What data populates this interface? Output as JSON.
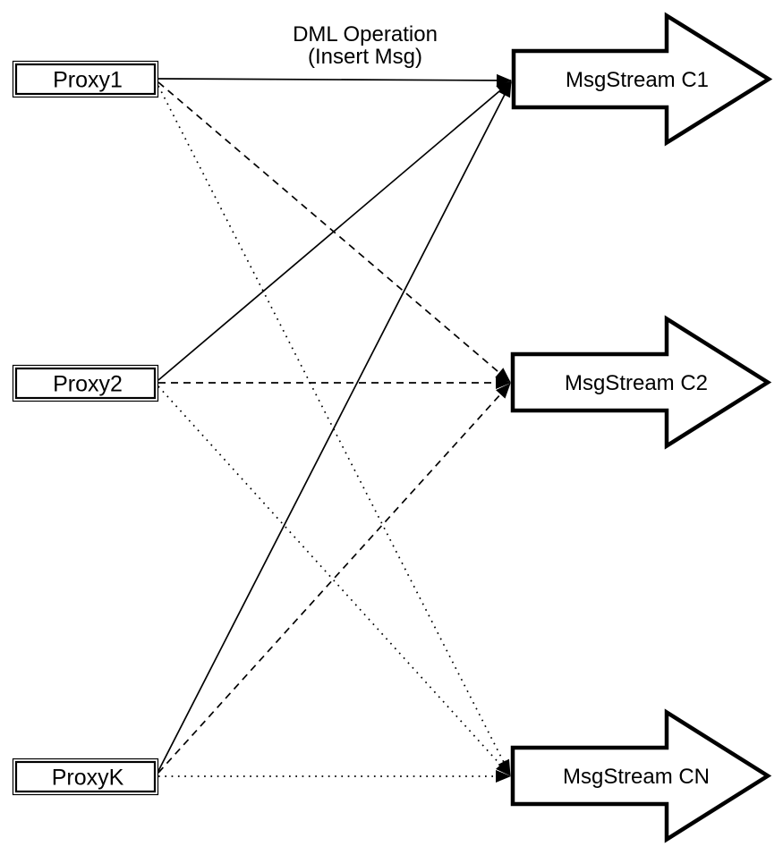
{
  "diagram": {
    "background_color": "#ffffff",
    "ink_color": "#000000",
    "annotation": {
      "line1": "DML Operation",
      "line2": "(Insert Msg)"
    },
    "proxies": [
      {
        "label": "Proxy1"
      },
      {
        "label": "Proxy2"
      },
      {
        "label": "ProxyK"
      }
    ],
    "streams": [
      {
        "label": "MsgStream C1"
      },
      {
        "label": "MsgStream C2"
      },
      {
        "label": "MsgStream CN"
      }
    ],
    "edges": [
      {
        "from": "Proxy1",
        "to": "MsgStream C1",
        "style": "solid"
      },
      {
        "from": "Proxy2",
        "to": "MsgStream C1",
        "style": "solid"
      },
      {
        "from": "ProxyK",
        "to": "MsgStream C1",
        "style": "solid"
      },
      {
        "from": "Proxy1",
        "to": "MsgStream C2",
        "style": "dashed"
      },
      {
        "from": "Proxy2",
        "to": "MsgStream C2",
        "style": "dashed"
      },
      {
        "from": "ProxyK",
        "to": "MsgStream C2",
        "style": "dashed"
      },
      {
        "from": "Proxy1",
        "to": "MsgStream CN",
        "style": "dotted"
      },
      {
        "from": "Proxy2",
        "to": "MsgStream CN",
        "style": "dotted"
      },
      {
        "from": "ProxyK",
        "to": "MsgStream CN",
        "style": "dotted"
      }
    ]
  }
}
